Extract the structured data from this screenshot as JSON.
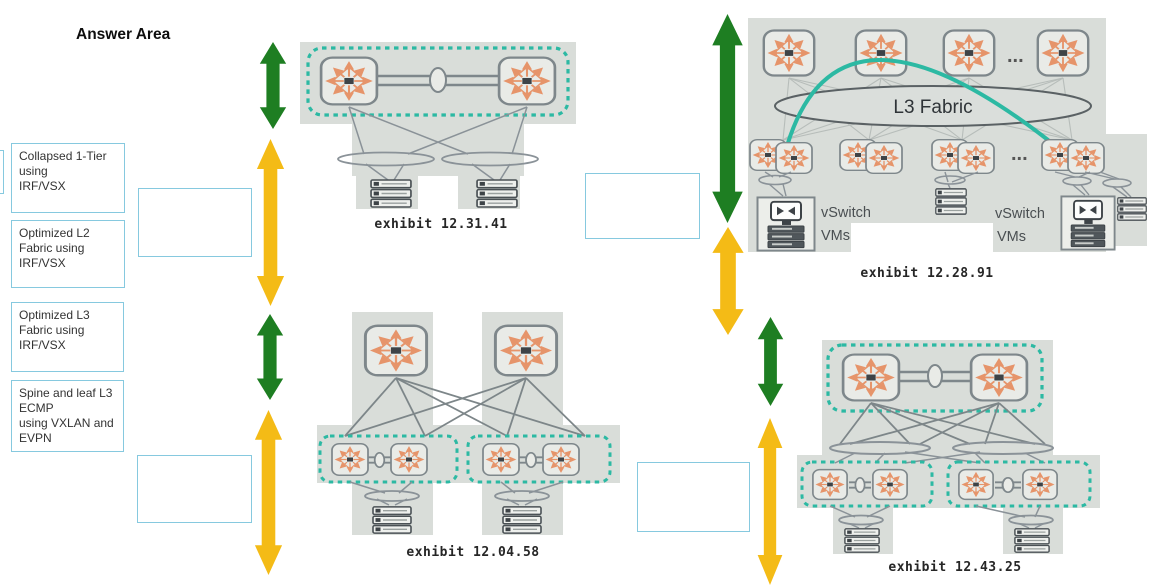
{
  "title": "Answer Area",
  "colors": {
    "green": "#1e7e22",
    "yellow": "#f4bb16",
    "teal": "#2cb9a3",
    "panel": "#d9ddd9",
    "blue_border": "#86c9df",
    "orange": "#e6946a",
    "line_gray": "#8a9298",
    "dark": "#3d4347"
  },
  "answer_options": [
    {
      "label": "Collapsed 1-Tier\nusing\nIRF/VSX"
    },
    {
      "label": "Optimized L2\nFabric using\nIRF/VSX"
    },
    {
      "label": "Optimized L3\nFabric using\nIRF/VSX"
    },
    {
      "label": "Spine and leaf L3\nECMP\nusing VXLAN and\nEVPN"
    }
  ],
  "exhibits": {
    "e1": {
      "caption": "exhibit 12.31.41"
    },
    "e2": {
      "caption": "exhibit 12.28.91",
      "fabric_label": "L3 Fabric",
      "vswitch_left": "vSwitch",
      "vms_left": "VMs",
      "vswitch_right": "vSwitch",
      "vms_right": "VMs",
      "dots_spines": "...",
      "dots_leaves": "..."
    },
    "e3": {
      "caption": "exhibit 12.04.58"
    },
    "e4": {
      "caption": "exhibit 12.43.25"
    }
  }
}
